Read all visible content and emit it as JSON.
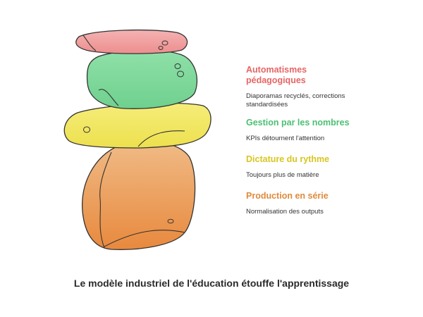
{
  "items": [
    {
      "title_line1": "Automatismes",
      "title_line2": "pédagogiques",
      "desc_line1": "Diaporamas recyclés, corrections",
      "desc_line2": "standardisées",
      "color": "#e66565",
      "fill": "#f09a9a",
      "icon": "pink-stone-icon"
    },
    {
      "title_line1": "Gestion par les nombres",
      "desc_line1": "KPIs détournent l'attention",
      "color": "#4cbf72",
      "fill": "#7cd89a",
      "icon": "green-stone-icon"
    },
    {
      "title_line1": "Dictature du rythme",
      "desc_line1": "Toujours plus de matière",
      "color": "#d9c520",
      "fill": "#f2e65c",
      "icon": "yellow-stone-icon"
    },
    {
      "title_line1": "Production en série",
      "desc_line1": "Normalisation des outputs",
      "color": "#e08a3c",
      "fill": "#eea562",
      "icon": "orange-stone-icon"
    }
  ],
  "caption": "Le modèle industriel de l'éducation étouffe l'apprentissage"
}
